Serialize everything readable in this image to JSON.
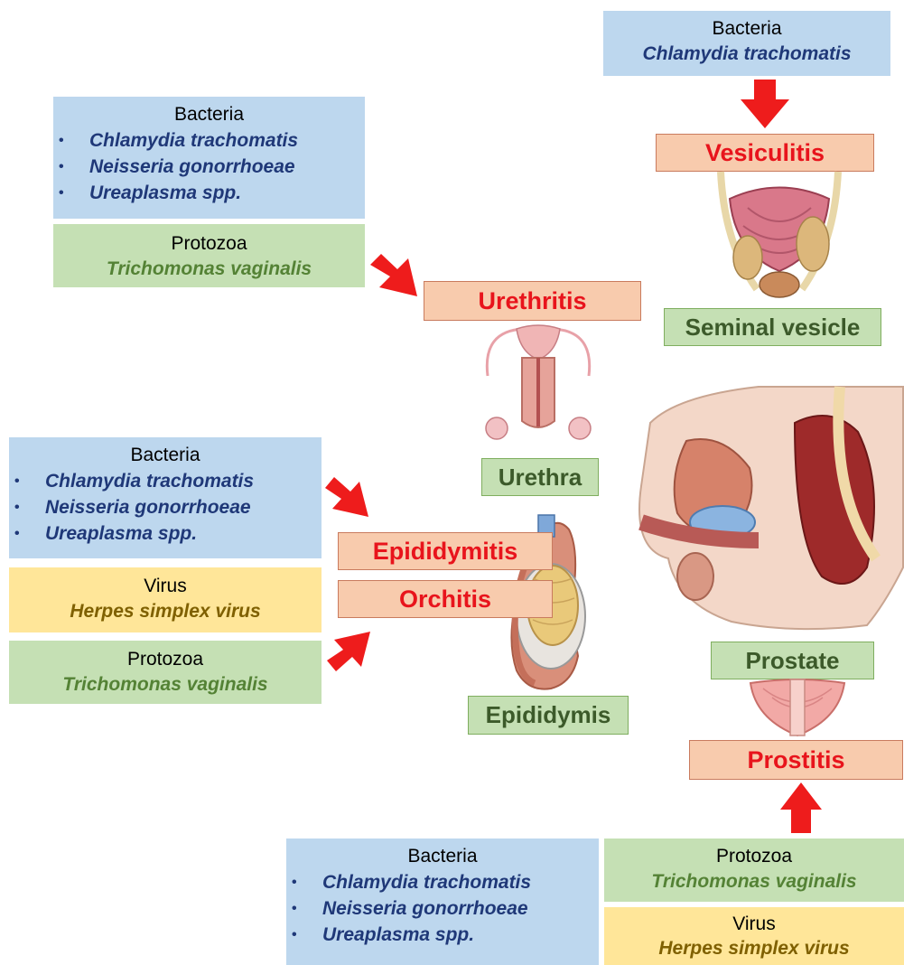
{
  "urethritis_panel": {
    "bacteria_title": "Bacteria",
    "bacteria": [
      "Chlamydia trachomatis",
      "Neisseria gonorrhoeae",
      "Ureaplasma spp."
    ],
    "protozoa_title": "Protozoa",
    "protozoa": "Trichomonas vaginalis",
    "condition": "Urethritis",
    "organ": "Urethra"
  },
  "vesiculitis_panel": {
    "bacteria_title": "Bacteria",
    "bacteria": "Chlamydia trachomatis",
    "condition": "Vesiculitis",
    "organ": "Seminal vesicle"
  },
  "epididymitis_panel": {
    "bacteria_title": "Bacteria",
    "bacteria": [
      "Chlamydia trachomatis",
      "Neisseria gonorrhoeae",
      "Ureaplasma spp."
    ],
    "virus_title": "Virus",
    "virus": "Herpes simplex virus",
    "protozoa_title": "Protozoa",
    "protozoa": "Trichomonas vaginalis",
    "condition_1": "Epididymitis",
    "condition_2": "Orchitis",
    "organ": "Epididymis"
  },
  "prostatitis_panel": {
    "bacteria_title": "Bacteria",
    "bacteria": [
      "Chlamydia trachomatis",
      "Neisseria gonorrhoeae",
      "Ureaplasma spp."
    ],
    "protozoa_title": "Protozoa",
    "protozoa": "Trichomonas vaginalis",
    "virus_title": "Virus",
    "virus": "Herpes simplex virus",
    "organ": "Prostate",
    "condition": "Prostitis"
  },
  "colors": {
    "bacteria_bg": "#bdd7ee",
    "protozoa_bg": "#c5e0b4",
    "virus_bg": "#ffe699",
    "condition_bg": "#f8cbad",
    "condition_text": "#e8141c",
    "arrow": "#ee1c1c"
  },
  "icons": [
    "red-arrow-icon",
    "urethra-illustration",
    "seminal-vesicle-illustration",
    "pelvis-illustration",
    "epididymis-illustration",
    "prostate-illustration"
  ]
}
